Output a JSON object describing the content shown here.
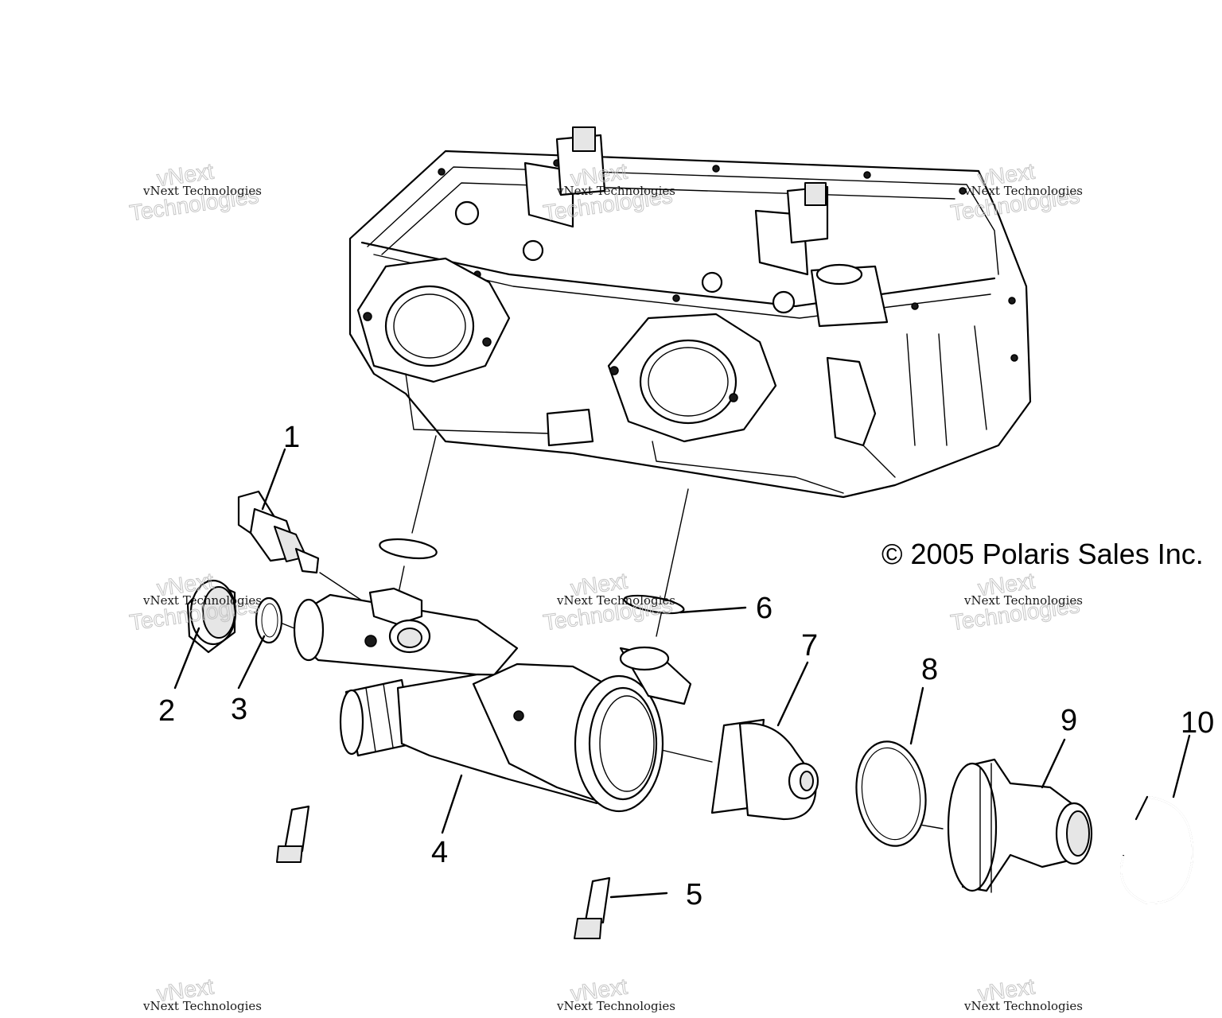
{
  "copyright": "© 2005 Polaris Sales Inc.",
  "watermark": {
    "small_text": "vNext Technologies",
    "large_line1": "vNext",
    "large_line2": "Technologies"
  },
  "callouts": [
    "1",
    "2",
    "3",
    "4",
    "5",
    "6",
    "7",
    "8",
    "9",
    "10"
  ],
  "colors": {
    "line": "#000000",
    "background": "#ffffff",
    "watermark_outline": "#bfbfbf"
  }
}
